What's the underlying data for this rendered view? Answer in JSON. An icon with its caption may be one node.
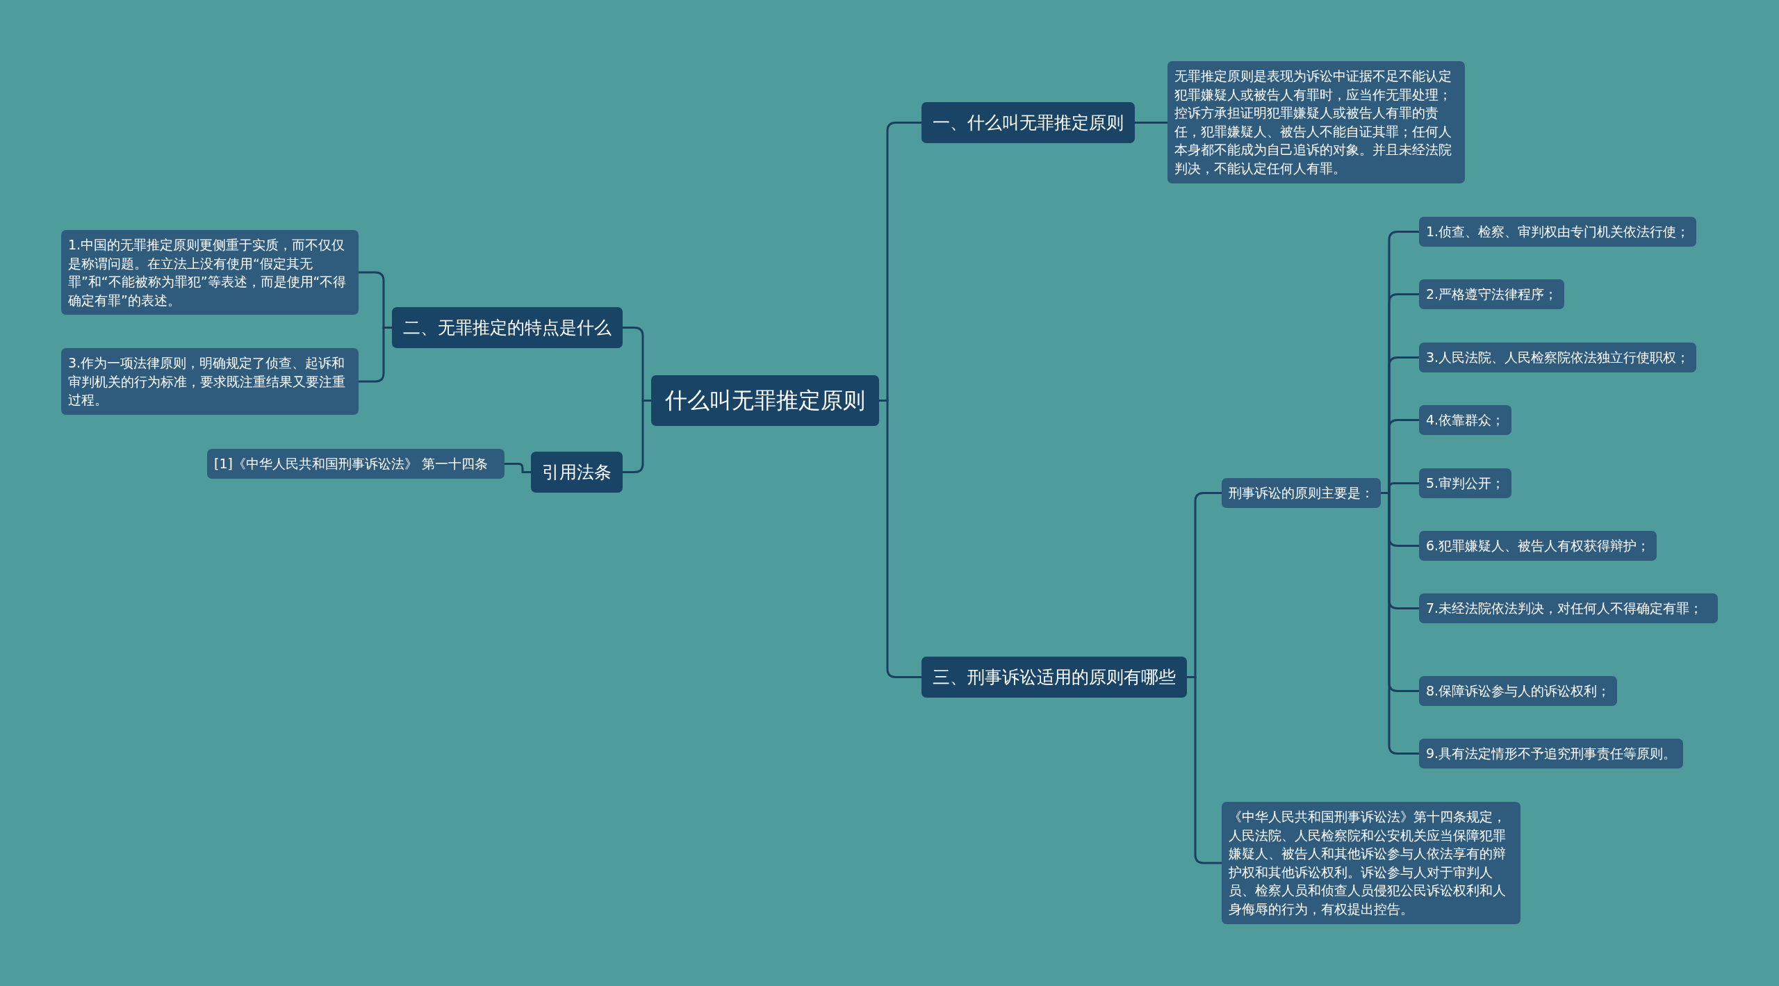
{
  "diagram": {
    "nodes": [
      {
        "text": [
          "什么叫无罪推定原则"
        ]
      },
      {
        "text": [
          "一、什么叫无罪推定原则"
        ]
      },
      {
        "text": [
          "无罪推定原则是表现为诉讼中证据不足不能认定犯罪嫌疑人或被告人有罪时，应当作无罪处理；控诉方承担证明犯罪嫌疑人或被告人有罪的责任，犯罪嫌疑人、被告人不能自证其罪；任何人本身都不能成为自己追诉的对象。并且未经法院判决，不能认定任何人有罪。"
        ]
      },
      {
        "text": [
          "三、刑事诉讼适用的原则有哪些"
        ]
      },
      {
        "text": [
          "刑事诉讼的原则主要是："
        ]
      },
      {
        "text": [
          "1.侦查、检察、审判权由专门机关依法行使；"
        ]
      },
      {
        "text": [
          "2.严格遵守法律程序；"
        ]
      },
      {
        "text": [
          "3.人民法院、人民检察院依法独立行使职权；"
        ]
      },
      {
        "text": [
          "4.依靠群众；"
        ]
      },
      {
        "text": [
          "5.审判公开；"
        ]
      },
      {
        "text": [
          "6.犯罪嫌疑人、被告人有权获得辩护；"
        ]
      },
      {
        "text": [
          "7.未经法院依法判决，对任何人不得确定有罪；"
        ]
      },
      {
        "text": [
          "8.保障诉讼参与人的诉讼权利；"
        ]
      },
      {
        "text": [
          "9.具有法定情形不予追究刑事责任等原则。"
        ]
      },
      {
        "text": [
          "《中华人民共和国刑事诉讼法》第十四条规定，人民法院、人民检察院和公安机关应当保障犯罪嫌疑人、被告人和其他诉讼参与人依法享有的辩护权和其他诉讼权利。诉讼参与人对于审判人员、检察人员和侦查人员侵犯公民诉讼权利和人身侮辱的行为，有权提出控告。"
        ]
      },
      {
        "text": [
          "二、无罪推定的特点是什么"
        ]
      },
      {
        "text": [
          "1.中国的无罪推定原则更侧重于实质，而不仅仅是称谓问题。在立法上没有使用“假定其无罪”和“不能被称为罪犯”等表述，而是使用“不得确定有罪”的表述。"
        ]
      },
      {
        "text": [
          "3.作为一项法律原则，明确规定了侦查、起诉和审判机关的行为标准，要求既注重结果又要注重过程。"
        ]
      },
      {
        "text": [
          "引用法条"
        ]
      },
      {
        "text": [
          "[1]《中华人民共和国刑事诉讼法》 第一十四条"
        ]
      }
    ],
    "edges": [
      {
        "from": 0,
        "to": 1,
        "arrow": "none"
      },
      {
        "from": 1,
        "to": 2,
        "arrow": "none"
      },
      {
        "from": 0,
        "to": 3,
        "arrow": "none"
      },
      {
        "from": 3,
        "to": 4,
        "arrow": "none"
      },
      {
        "from": 4,
        "to": 5,
        "arrow": "none"
      },
      {
        "from": 4,
        "to": 6,
        "arrow": "none"
      },
      {
        "from": 4,
        "to": 7,
        "arrow": "none"
      },
      {
        "from": 4,
        "to": 8,
        "arrow": "none"
      },
      {
        "from": 4,
        "to": 9,
        "arrow": "none"
      },
      {
        "from": 4,
        "to": 10,
        "arrow": "none"
      },
      {
        "from": 4,
        "to": 11,
        "arrow": "none"
      },
      {
        "from": 4,
        "to": 12,
        "arrow": "none"
      },
      {
        "from": 4,
        "to": 13,
        "arrow": "none"
      },
      {
        "from": 3,
        "to": 14,
        "arrow": "none"
      },
      {
        "from": 0,
        "to": 15,
        "arrow": "none"
      },
      {
        "from": 15,
        "to": 16,
        "arrow": "none"
      },
      {
        "from": 15,
        "to": 17,
        "arrow": "none"
      },
      {
        "from": 0,
        "to": 18,
        "arrow": "none"
      },
      {
        "from": 18,
        "to": 19,
        "arrow": "none"
      }
    ]
  }
}
